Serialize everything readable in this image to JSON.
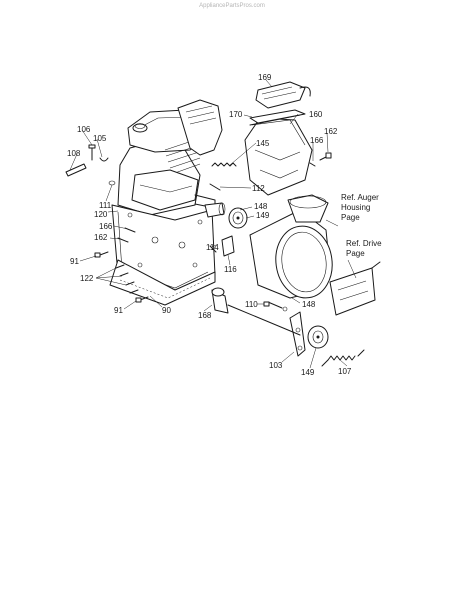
{
  "watermark": "AppliancePartsPros.com",
  "callouts": {
    "c169": "169",
    "c170": "170",
    "c160": "160",
    "c162a": "162",
    "c166a": "166",
    "c106": "106",
    "c105": "105",
    "c108": "108",
    "c145": "145",
    "c112": "112",
    "c111": "111",
    "c120": "120",
    "c166b": "166",
    "c162b": "162",
    "c148a": "148",
    "c149a": "149",
    "c114": "114",
    "c116": "116",
    "c91a": "91",
    "c122": "122",
    "c91b": "91",
    "c90": "90",
    "c168": "168",
    "c110": "110",
    "c148b": "148",
    "c103": "103",
    "c149b": "149",
    "c107": "107"
  },
  "refs": {
    "auger_line1": "Ref. Auger",
    "auger_line2": "Housing",
    "auger_line3": "Page",
    "drive_line1": "Ref. Drive",
    "drive_line2": "Page"
  }
}
